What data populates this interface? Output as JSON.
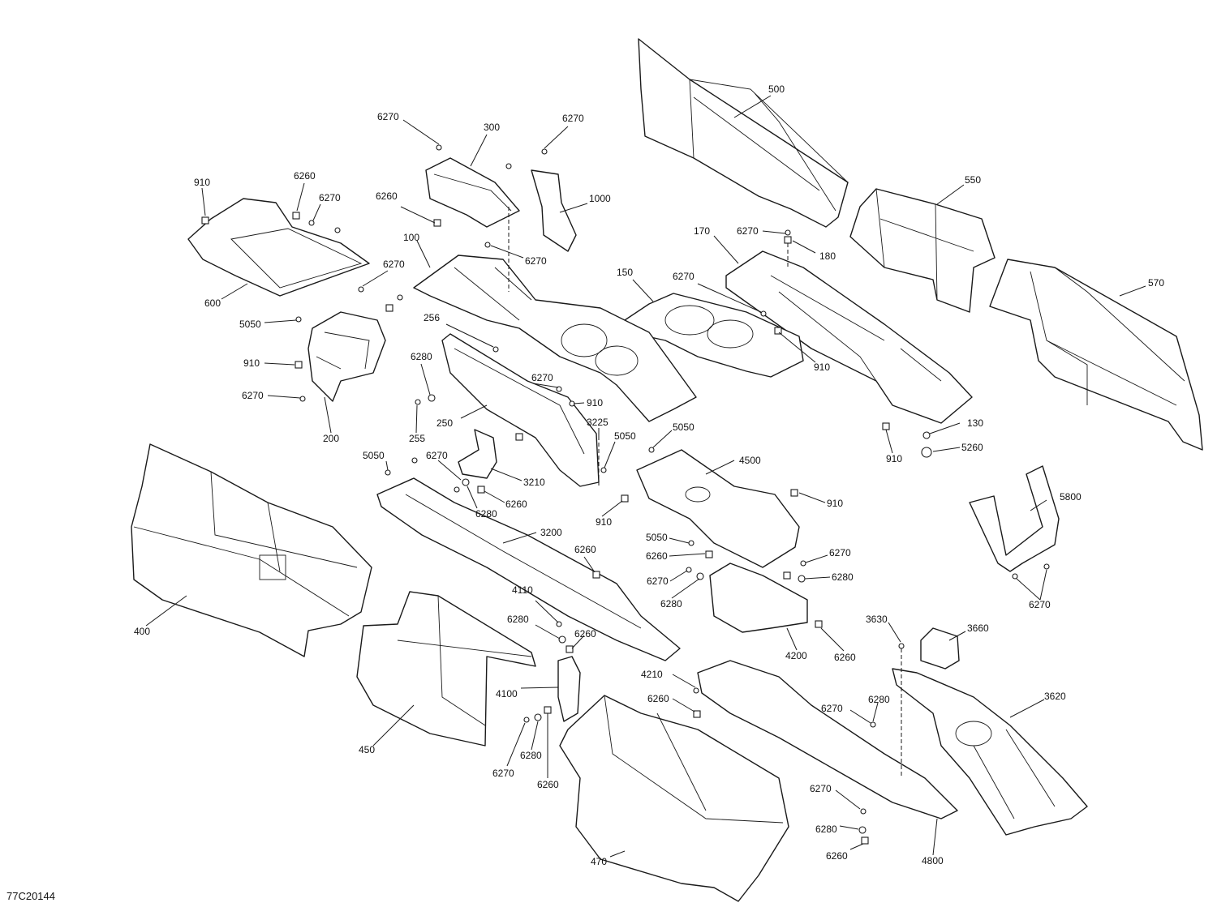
{
  "drawing_ref": "77C20144",
  "callouts": {
    "c6270_a": "6270",
    "c300": "300",
    "c6270_b": "6270",
    "c910_a": "910",
    "c6260_a": "6260",
    "c6270_c": "6270",
    "c6260_b": "6260",
    "c1000": "1000",
    "c500": "500",
    "c550": "550",
    "c100": "100",
    "c6270_d": "6270",
    "c6270_e": "6270",
    "c600": "600",
    "c170": "170",
    "c6270_f": "6270",
    "c180": "180",
    "c570": "570",
    "c150": "150",
    "c6270_g": "6270",
    "c5050_a": "5050",
    "c256": "256",
    "c910_b": "910",
    "c6280_a": "6280",
    "c6270_h": "6270",
    "c910_c": "910",
    "c910_d": "910",
    "c6270_i": "6270",
    "c200": "200",
    "c250": "250",
    "c255": "255",
    "c3225": "3225",
    "c130": "130",
    "c5050_b": "5050",
    "c5260": "5260",
    "c5050_c": "5050",
    "c6270_j": "6270",
    "c5050_d": "5050",
    "c4500": "4500",
    "c3210": "3210",
    "c910_e": "910",
    "c6280_b": "6280",
    "c6260_c": "6260",
    "c5800": "5800",
    "c910_f": "910",
    "c910_g": "910",
    "c3200": "3200",
    "c5050_e": "5050",
    "c6260_d": "6260",
    "c6260_e": "6260",
    "c6270_k": "6270",
    "c6270_l": "6270",
    "c6280_c": "6280",
    "c6280_d": "6280",
    "c6270_m": "6270",
    "c4110": "4110",
    "c400": "400",
    "c6280_e": "6280",
    "c6260_f": "6260",
    "c3630": "3630",
    "c3660": "3660",
    "c4200": "4200",
    "c6260_g": "6260",
    "c4100": "4100",
    "c4210": "4210",
    "c6260_h": "6260",
    "c6280_f": "6280",
    "c3620": "3620",
    "c6270_n": "6270",
    "c450": "450",
    "c6280_g": "6280",
    "c6270_o": "6270",
    "c6260_i": "6260",
    "c6270_p": "6270",
    "c6280_h": "6280",
    "c6260_j": "6260",
    "c4800": "4800",
    "c470": "470"
  }
}
